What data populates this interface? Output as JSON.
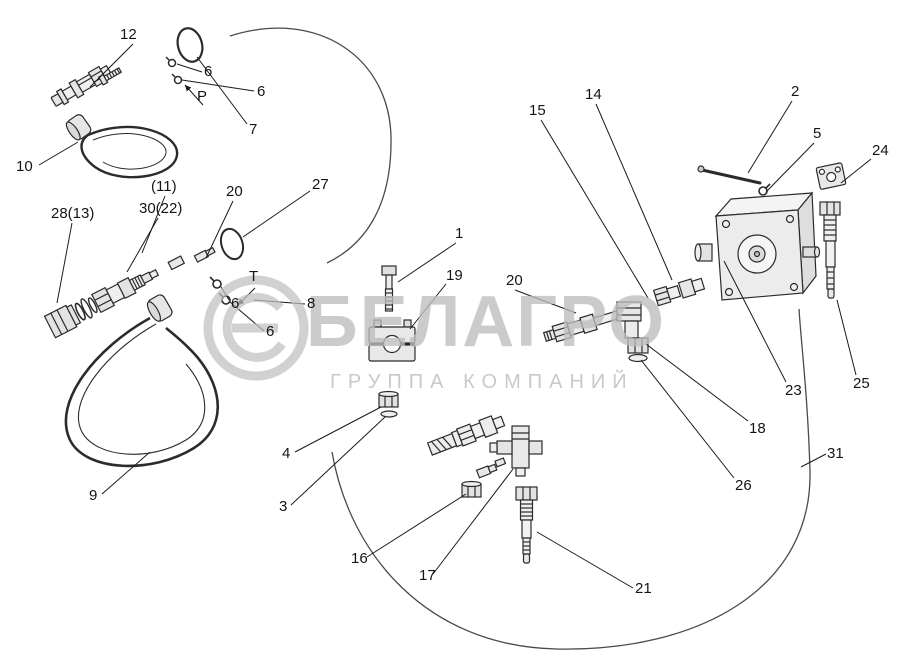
{
  "watermark": {
    "title": "БЕЛАГРО",
    "subtitle": "ГРУППА КОМПАНИЙ",
    "color": "#bdbdbd"
  },
  "labels": [
    {
      "text": "12"
    },
    {
      "text": "6"
    },
    {
      "text": "6"
    },
    {
      "text": "P"
    },
    {
      "text": "7"
    },
    {
      "text": "10"
    },
    {
      "text": "(11)"
    },
    {
      "text": "20"
    },
    {
      "text": "27"
    },
    {
      "text": "30(22)"
    },
    {
      "text": "28(13)"
    },
    {
      "text": "14"
    },
    {
      "text": "15"
    },
    {
      "text": "2"
    },
    {
      "text": "5"
    },
    {
      "text": "24"
    },
    {
      "text": "1"
    },
    {
      "text": "19"
    },
    {
      "text": "20"
    },
    {
      "text": "T"
    },
    {
      "text": "6"
    },
    {
      "text": "8"
    },
    {
      "text": "6"
    },
    {
      "text": "23"
    },
    {
      "text": "25"
    },
    {
      "text": "18"
    },
    {
      "text": "4"
    },
    {
      "text": "31"
    },
    {
      "text": "26"
    },
    {
      "text": "3"
    },
    {
      "text": "9"
    },
    {
      "text": "16"
    },
    {
      "text": "17"
    },
    {
      "text": "21"
    }
  ]
}
